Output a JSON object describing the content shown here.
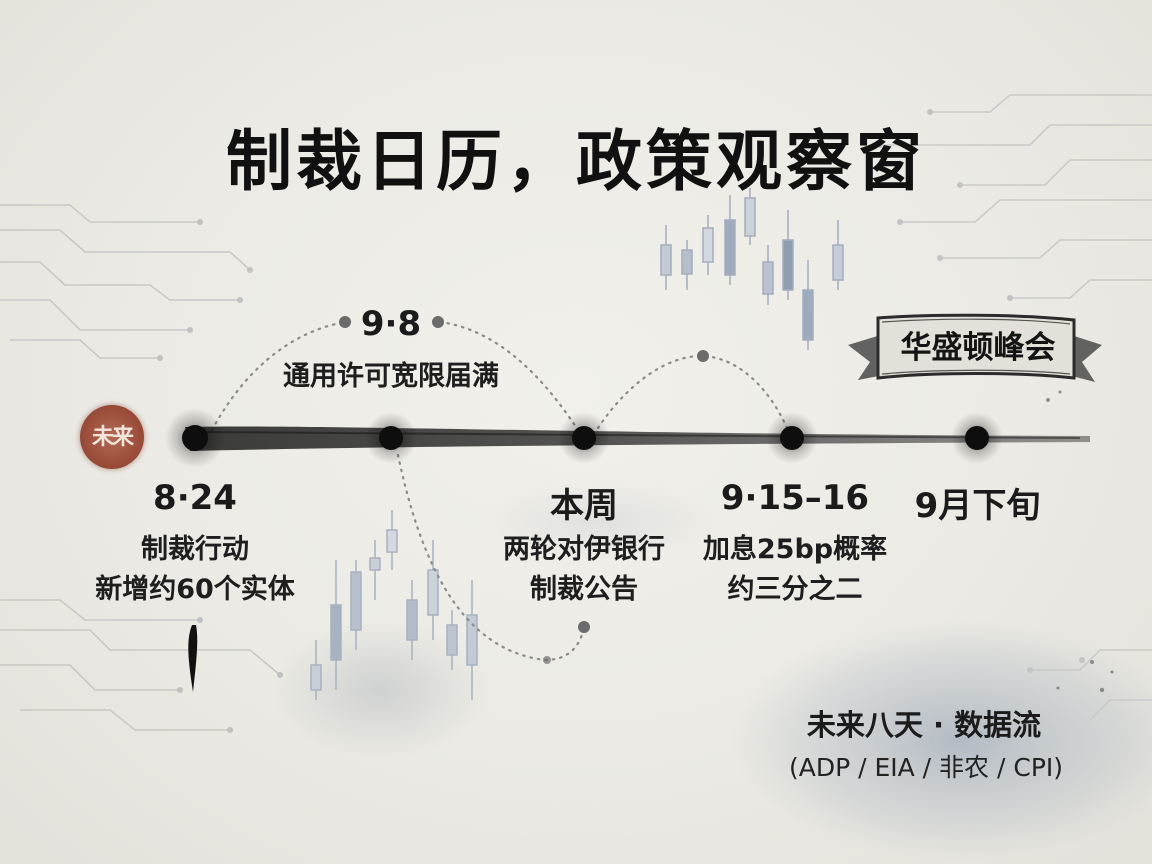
{
  "title": "制裁日历，政策观察窗",
  "seal": {
    "text": "未来"
  },
  "events": [
    {
      "date": "8·24",
      "desc": [
        "制裁行动",
        "新增约60个实体"
      ]
    },
    {
      "date": "9·8",
      "desc": [
        "通用许可宽限届满"
      ]
    },
    {
      "date": "本周",
      "desc": [
        "两轮对伊银行",
        "制裁公告"
      ]
    },
    {
      "date": "9·15–16",
      "desc": [
        "加息25bp概率",
        "约三分之二"
      ]
    },
    {
      "date": "9月下旬",
      "desc": []
    }
  ],
  "summit_banner": "华盛顿峰会",
  "data_flow": {
    "title": "未来八天 · 数据流",
    "items": "(ADP / EIA / 非农 / CPI)"
  },
  "colors": {
    "ink": "#1a1a1a",
    "paper": "#ecebe5",
    "seal_red": "#9c4e3a",
    "candle_blue": "#a9b4c4"
  },
  "icons": [
    "seal-icon",
    "ink-dot-icon",
    "circuit-lines",
    "candlestick-decoration",
    "ink-wash"
  ]
}
